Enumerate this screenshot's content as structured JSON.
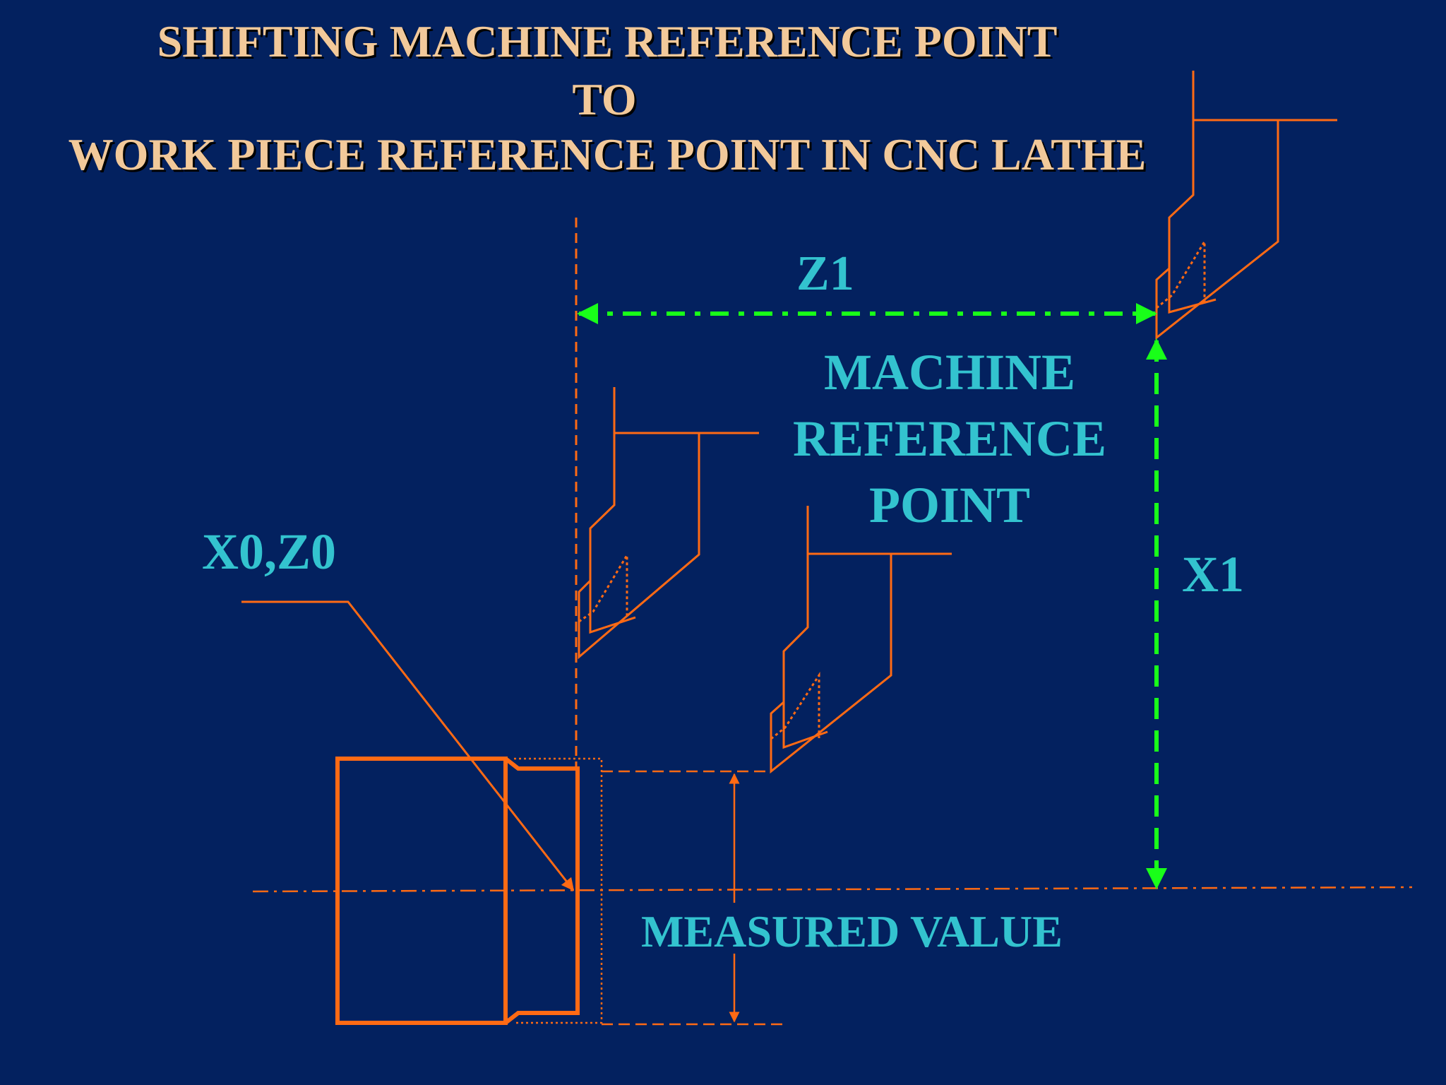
{
  "title": {
    "line1": "SHIFTING MACHINE REFERENCE POINT",
    "line2": "TO",
    "line3": "WORK PIECE REFERENCE POINT IN CNC LATHE"
  },
  "labels": {
    "z1": "Z1",
    "machine_ref_line1": "MACHINE",
    "machine_ref_line2": "REFERENCE",
    "machine_ref_line3": "POINT",
    "x1": "X1",
    "x0z0": "X0,Z0",
    "measured_value": "MEASURED VALUE"
  },
  "colors": {
    "background": "#03215f",
    "title": "#f2c99a",
    "label": "#33c3cf",
    "geometry": "#ff6a14",
    "dimension_arrow": "#19ff19"
  }
}
